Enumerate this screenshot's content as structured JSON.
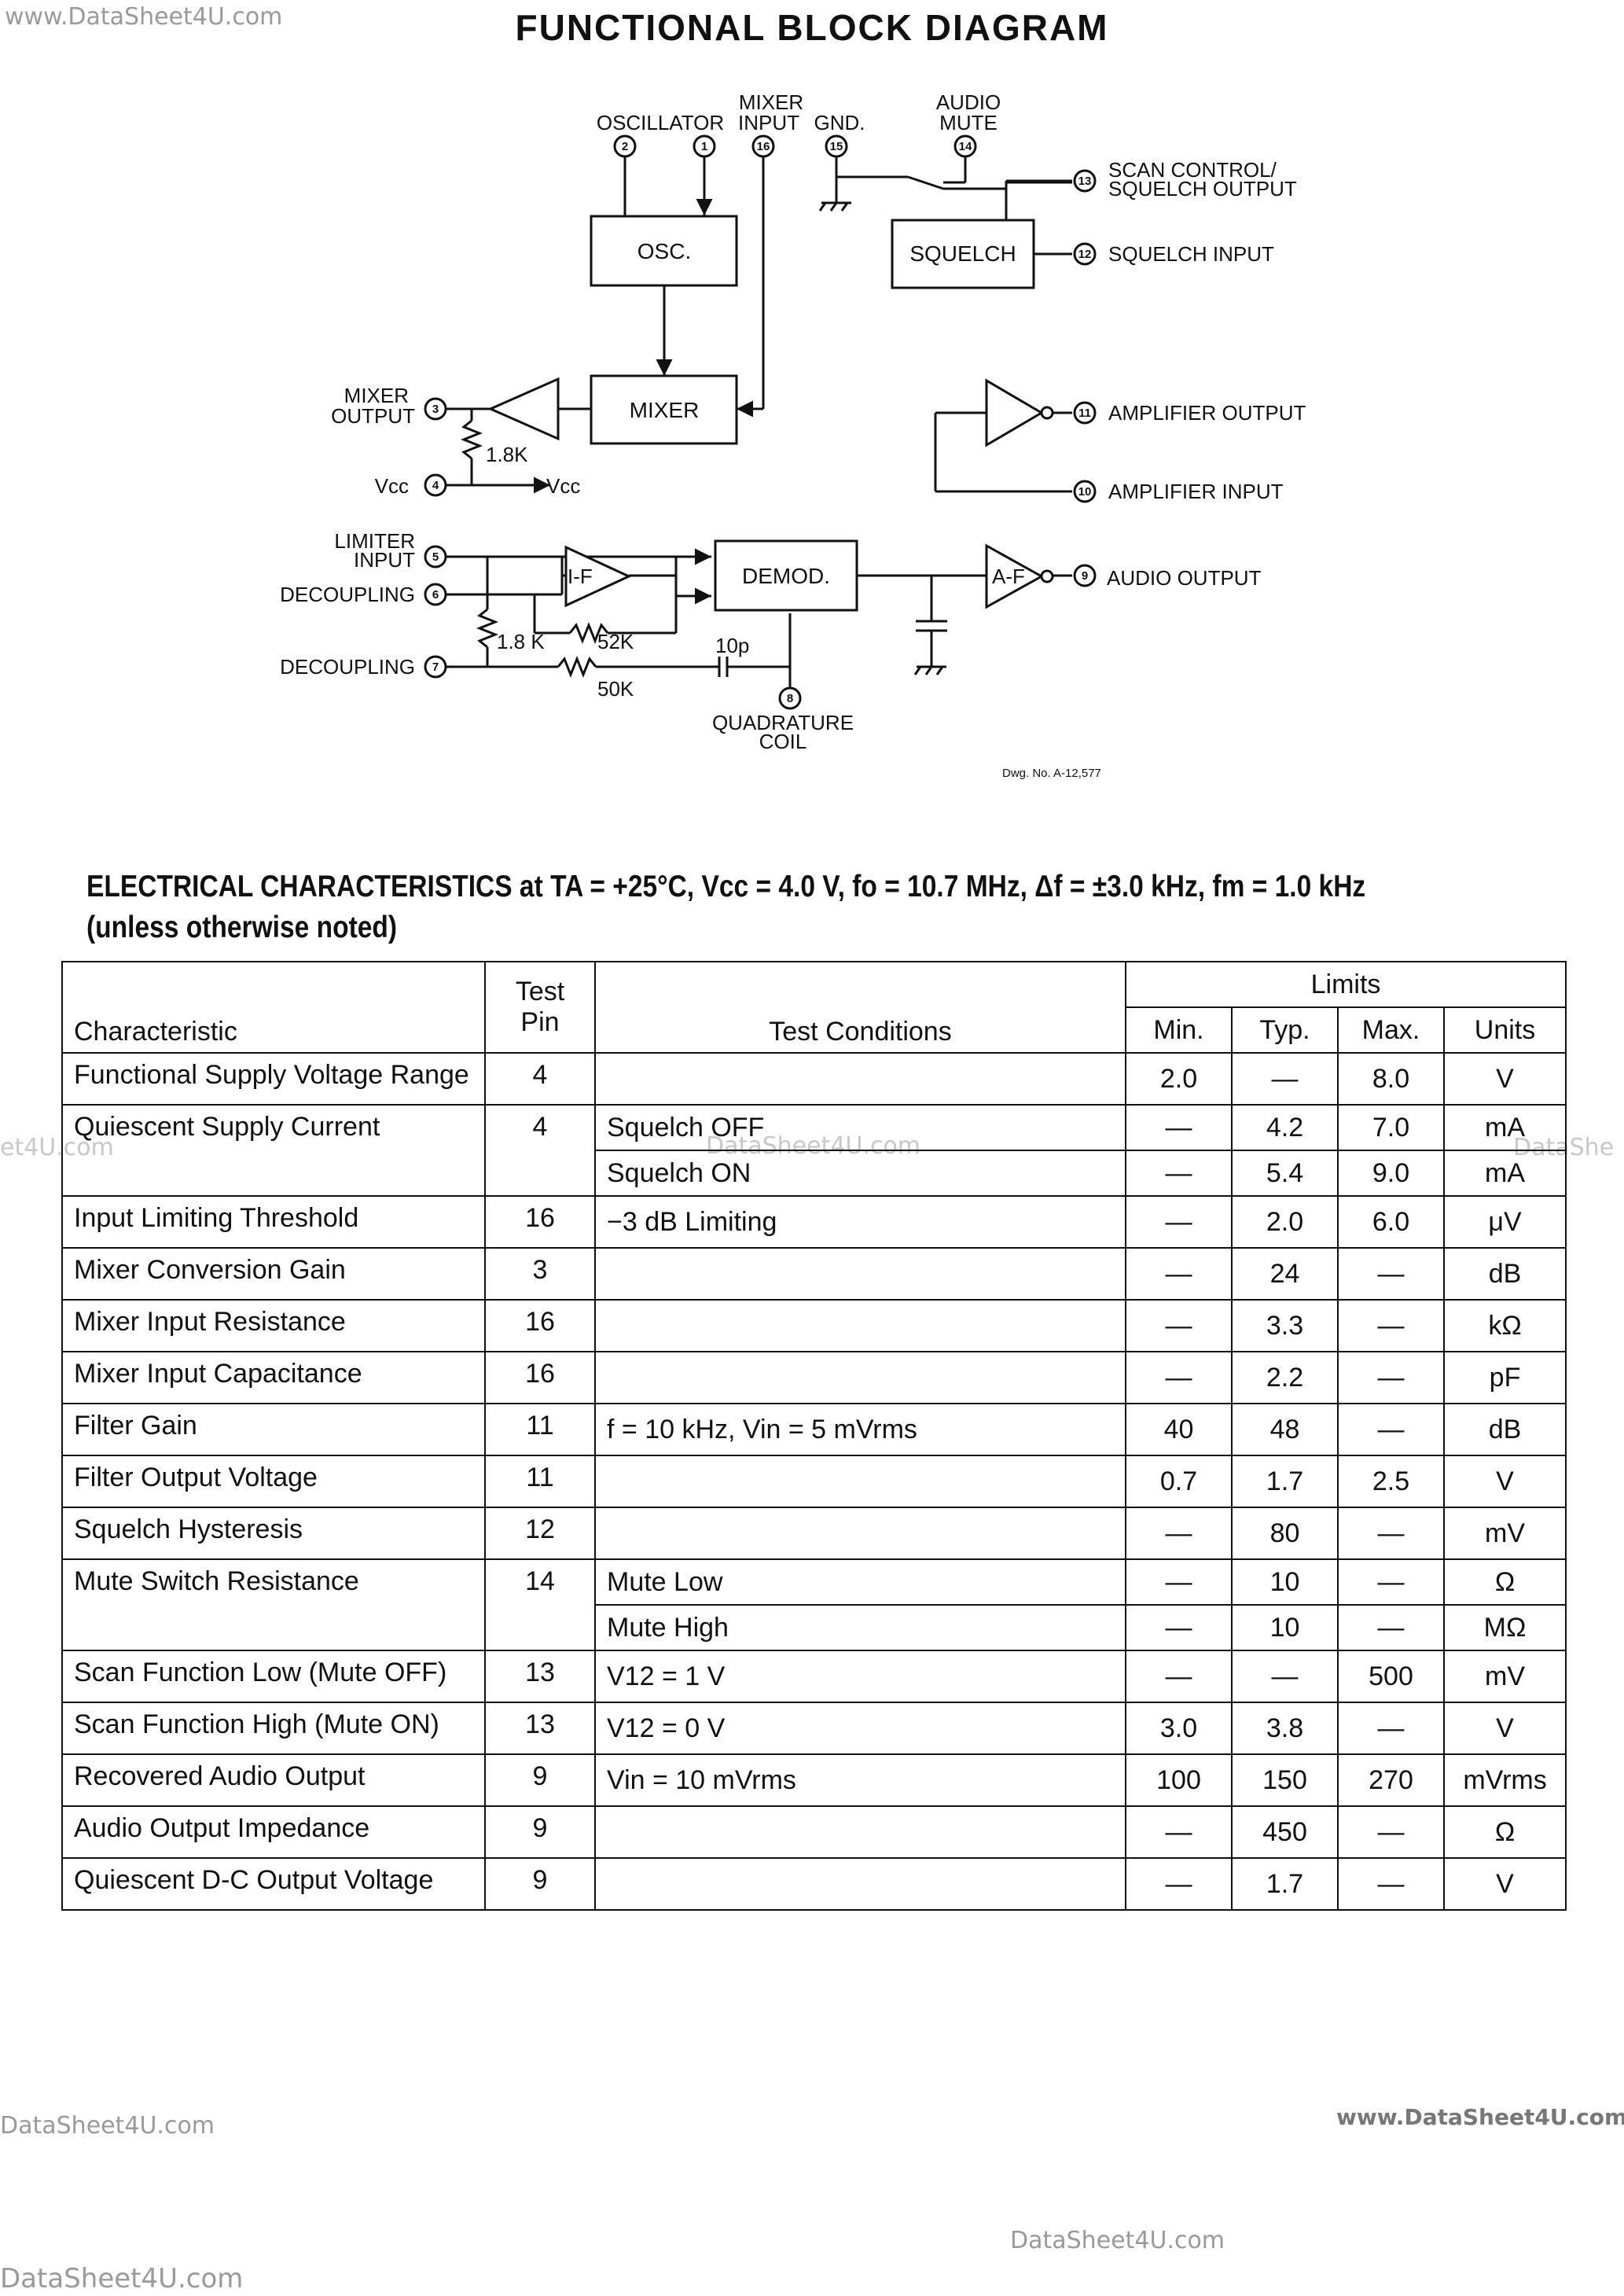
{
  "watermarks": {
    "top_left": "www.DataSheet4U.com",
    "left_mid": "et4U.com",
    "center_mid": "DataSheet4U.com",
    "right_mid": "DataShe",
    "bottom_left": "DataSheet4U.com",
    "bottom_right": "www.DataSheet4U.com",
    "bottom_center": "DataSheet4U.com",
    "footer": "DataSheet4U.com"
  },
  "title": "FUNCTIONAL BLOCK DIAGRAM",
  "diagram": {
    "labels": {
      "oscillator": "OSCILLATOR",
      "mixer_input_1": "MIXER",
      "mixer_input_2": "INPUT",
      "gnd": "GND.",
      "audio_mute_1": "AUDIO",
      "audio_mute_2": "MUTE",
      "scan_control_1": "SCAN CONTROL/",
      "scan_control_2": "SQUELCH OUTPUT",
      "squelch_input": "SQUELCH INPUT",
      "mixer_output_1": "MIXER",
      "mixer_output_2": "OUTPUT",
      "vcc_left": "Vcc",
      "vcc_right": "Vcc",
      "r_1_8k_top": "1.8K",
      "amplifier_output": "AMPLIFIER OUTPUT",
      "amplifier_input": "AMPLIFIER INPUT",
      "limiter_input_1": "LIMITER",
      "limiter_input_2": "INPUT",
      "decoupling_6": "DECOUPLING",
      "decoupling_7": "DECOUPLING",
      "audio_output": "AUDIO OUTPUT",
      "r_1_8k_bottom": "1.8 K",
      "r_52k": "52K",
      "r_50k": "50K",
      "c_10p": "10p",
      "quadrature_1": "QUADRATURE",
      "quadrature_2": "COIL",
      "dwg_no": "Dwg. No. A-12,577"
    },
    "blocks": {
      "osc": "OSC.",
      "squelch": "SQUELCH",
      "mixer": "MIXER",
      "demod": "DEMOD.",
      "if": "I-F",
      "af": "A-F"
    },
    "pins": {
      "p1": "1",
      "p2": "2",
      "p3": "3",
      "p4": "4",
      "p5": "5",
      "p6": "6",
      "p7": "7",
      "p8": "8",
      "p9": "9",
      "p10": "10",
      "p11": "11",
      "p12": "12",
      "p13": "13",
      "p14": "14",
      "p15": "15",
      "p16": "16"
    }
  },
  "electrical": {
    "heading_line1": "ELECTRICAL CHARACTERISTICS at TA = +25°C, Vcc = 4.0 V, fo = 10.7 MHz, Δf = ±3.0 kHz, fm = 1.0 kHz",
    "heading_line2": "(unless otherwise noted)",
    "headers": {
      "characteristic": "Characteristic",
      "test_pin_1": "Test",
      "test_pin_2": "Pin",
      "test_conditions": "Test Conditions",
      "limits": "Limits",
      "min": "Min.",
      "typ": "Typ.",
      "max": "Max.",
      "units": "Units"
    },
    "rows": [
      {
        "characteristic": "Functional Supply Voltage Range",
        "pin": "4",
        "condition": "",
        "min": "2.0",
        "typ": "—",
        "max": "8.0",
        "units": "V"
      },
      {
        "characteristic": "Quiescent Supply Current",
        "pin": "4",
        "condition": "Squelch OFF",
        "min": "—",
        "typ": "4.2",
        "max": "7.0",
        "units": "mA"
      },
      {
        "characteristic": "",
        "pin": "",
        "condition": "Squelch ON",
        "min": "—",
        "typ": "5.4",
        "max": "9.0",
        "units": "mA"
      },
      {
        "characteristic": "Input Limiting Threshold",
        "pin": "16",
        "condition": "−3 dB Limiting",
        "min": "—",
        "typ": "2.0",
        "max": "6.0",
        "units": "μV"
      },
      {
        "characteristic": "Mixer Conversion Gain",
        "pin": "3",
        "condition": "",
        "min": "—",
        "typ": "24",
        "max": "—",
        "units": "dB"
      },
      {
        "characteristic": "Mixer Input Resistance",
        "pin": "16",
        "condition": "",
        "min": "—",
        "typ": "3.3",
        "max": "—",
        "units": "kΩ"
      },
      {
        "characteristic": "Mixer Input Capacitance",
        "pin": "16",
        "condition": "",
        "min": "—",
        "typ": "2.2",
        "max": "—",
        "units": "pF"
      },
      {
        "characteristic": "Filter Gain",
        "pin": "11",
        "condition": "f = 10 kHz, Vin = 5 mVrms",
        "min": "40",
        "typ": "48",
        "max": "—",
        "units": "dB"
      },
      {
        "characteristic": "Filter Output Voltage",
        "pin": "11",
        "condition": "",
        "min": "0.7",
        "typ": "1.7",
        "max": "2.5",
        "units": "V"
      },
      {
        "characteristic": "Squelch Hysteresis",
        "pin": "12",
        "condition": "",
        "min": "—",
        "typ": "80",
        "max": "—",
        "units": "mV"
      },
      {
        "characteristic": "Mute Switch Resistance",
        "pin": "14",
        "condition": "Mute Low",
        "min": "—",
        "typ": "10",
        "max": "—",
        "units": "Ω"
      },
      {
        "characteristic": "",
        "pin": "",
        "condition": "Mute High",
        "min": "—",
        "typ": "10",
        "max": "—",
        "units": "MΩ"
      },
      {
        "characteristic": "Scan Function Low (Mute OFF)",
        "pin": "13",
        "condition": "V12 = 1 V",
        "min": "—",
        "typ": "—",
        "max": "500",
        "units": "mV"
      },
      {
        "characteristic": "Scan Function High (Mute ON)",
        "pin": "13",
        "condition": "V12 = 0 V",
        "min": "3.0",
        "typ": "3.8",
        "max": "—",
        "units": "V"
      },
      {
        "characteristic": "Recovered Audio Output",
        "pin": "9",
        "condition": "Vin = 10 mVrms",
        "min": "100",
        "typ": "150",
        "max": "270",
        "units": "mVrms"
      },
      {
        "characteristic": "Audio Output Impedance",
        "pin": "9",
        "condition": "",
        "min": "—",
        "typ": "450",
        "max": "—",
        "units": "Ω"
      },
      {
        "characteristic": "Quiescent D-C Output Voltage",
        "pin": "9",
        "condition": "",
        "min": "—",
        "typ": "1.7",
        "max": "—",
        "units": "V"
      }
    ]
  }
}
